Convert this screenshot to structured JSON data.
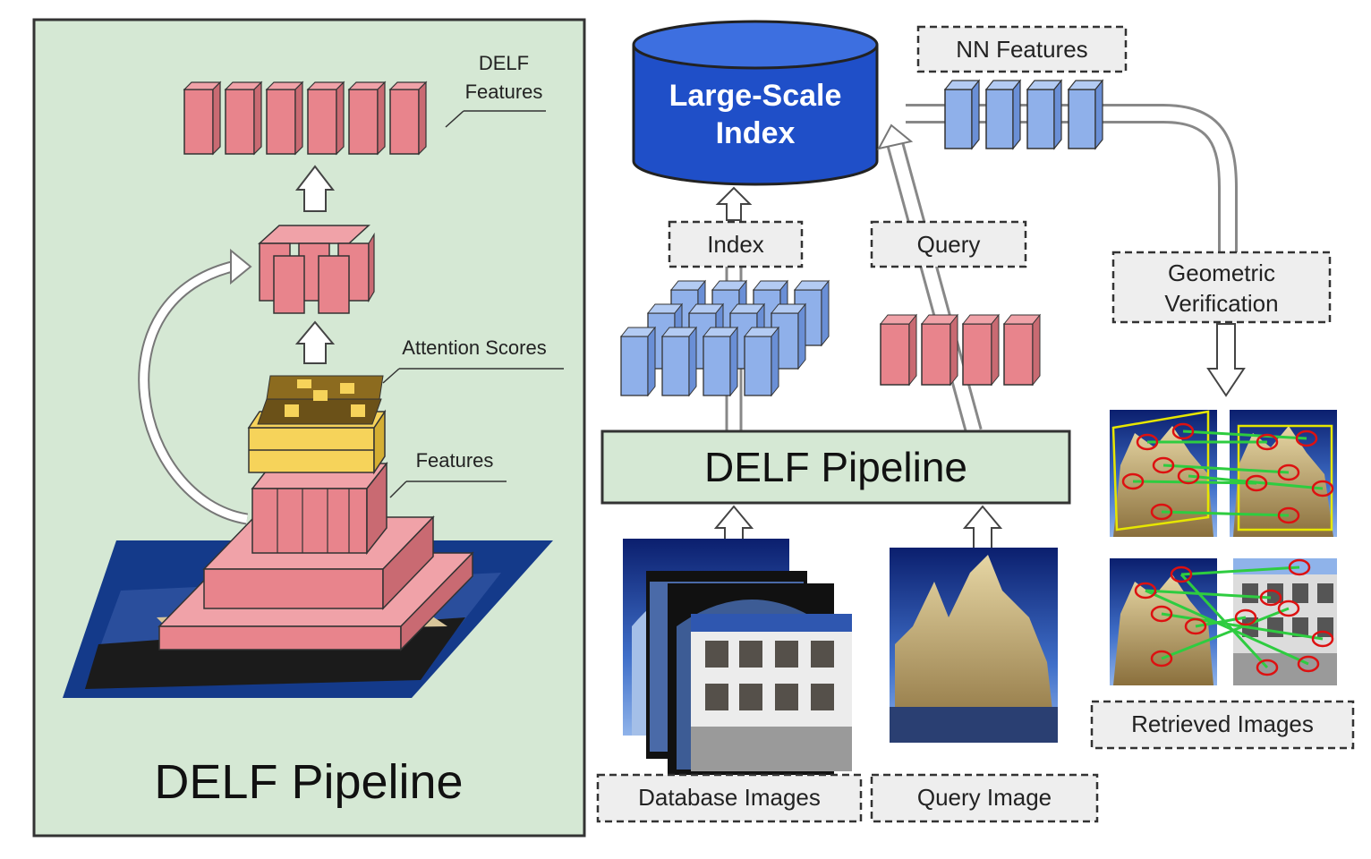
{
  "left_panel": {
    "title": "DELF Pipeline",
    "delf_features_label_line1": "DELF",
    "delf_features_label_line2": "Features",
    "attention_scores_label": "Attention Scores",
    "features_label": "Features"
  },
  "right_panel": {
    "index_cylinder_line1": "Large-Scale",
    "index_cylinder_line2": "Index",
    "nn_features_label": "NN Features",
    "index_label": "Index",
    "query_label": "Query",
    "geometric_verification_line1": "Geometric",
    "geometric_verification_line2": "Verification",
    "delf_pipeline_box": "DELF Pipeline",
    "database_images_label": "Database Images",
    "query_image_label": "Query Image",
    "retrieved_images_label": "Retrieved Images"
  },
  "colors": {
    "panel_bg": "#d5e8d4",
    "feature_red": "#e8848c",
    "feature_blue": "#8fb0ea",
    "cylinder_blue": "#1f4fc8",
    "attention_yellow": "#f6d35a",
    "match_green": "#2ecc40",
    "keypoint_red": "#dd1111"
  }
}
